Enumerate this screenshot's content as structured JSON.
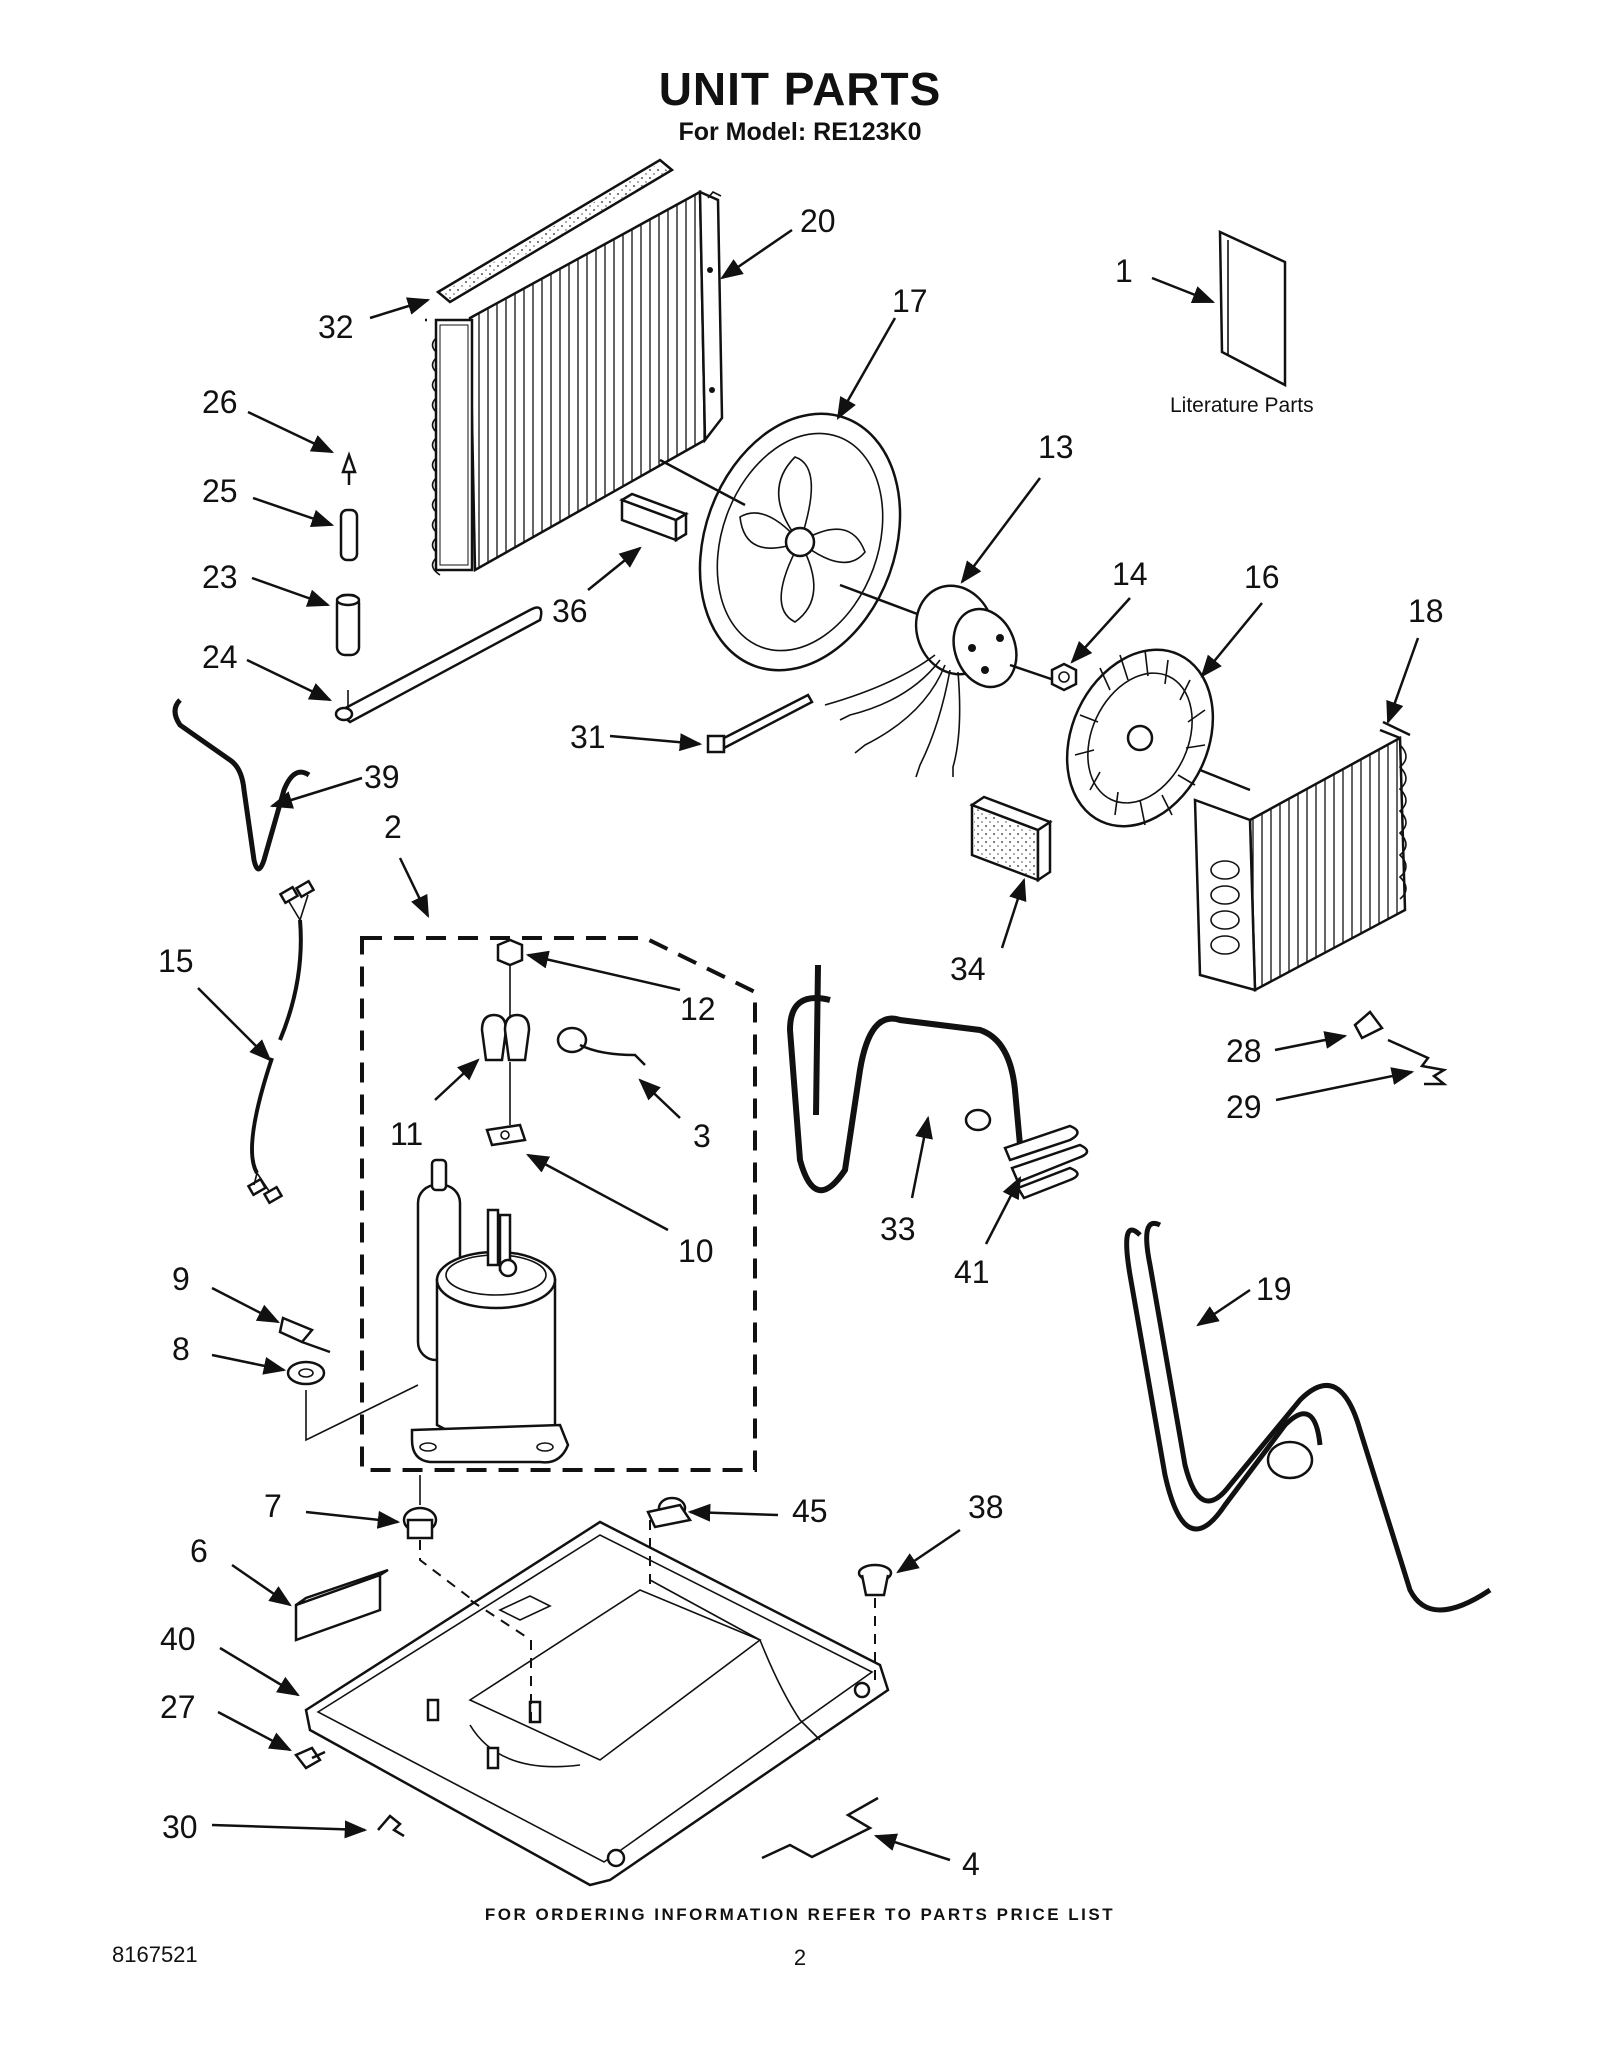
{
  "header": {
    "title": "UNIT PARTS",
    "subtitle": "For Model: RE123K0"
  },
  "literature_label": "Literature Parts",
  "callouts": {
    "c1": "1",
    "c2": "2",
    "c3": "3",
    "c4": "4",
    "c6": "6",
    "c7": "7",
    "c8": "8",
    "c9": "9",
    "c10": "10",
    "c11": "11",
    "c12": "12",
    "c13": "13",
    "c14": "14",
    "c15": "15",
    "c16": "16",
    "c17": "17",
    "c18": "18",
    "c19": "19",
    "c20": "20",
    "c23": "23",
    "c24": "24",
    "c25": "25",
    "c26": "26",
    "c27": "27",
    "c28": "28",
    "c29": "29",
    "c30": "30",
    "c31": "31",
    "c32": "32",
    "c33": "33",
    "c34": "34",
    "c36": "36",
    "c38": "38",
    "c39": "39",
    "c40": "40",
    "c41": "41",
    "c45": "45"
  },
  "footer": {
    "note": "FOR ORDERING INFORMATION REFER TO PARTS PRICE LIST",
    "doc_number": "8167521",
    "page": "2"
  }
}
